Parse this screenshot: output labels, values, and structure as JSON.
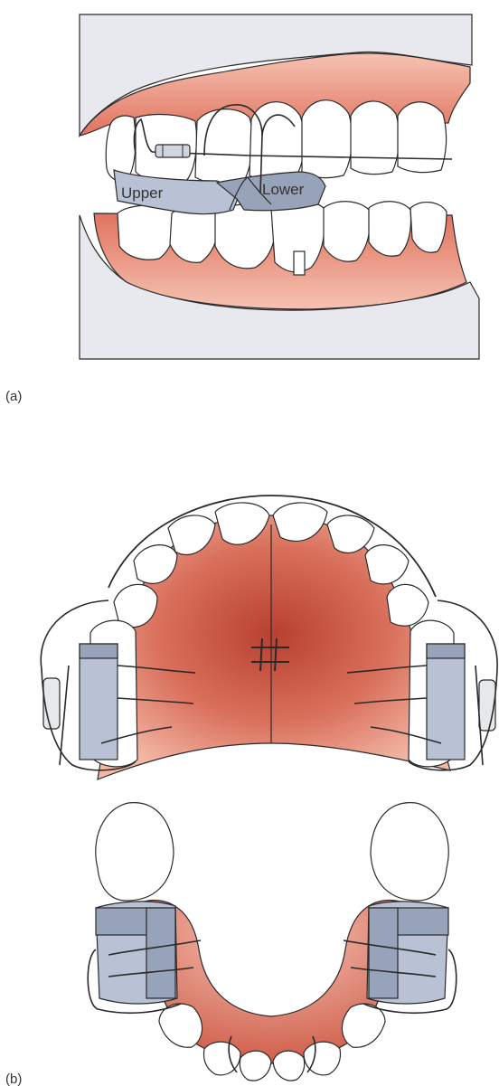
{
  "figure": {
    "panel_a": {
      "label": "(a)",
      "annotations": {
        "upper": "Upper",
        "lower": "Lower"
      }
    },
    "panel_b": {
      "label": "(b)"
    },
    "colors": {
      "gum": "#e88a78",
      "gum_dark": "#c2503e",
      "gum_light": "#f4b4a4",
      "plate": "#b8c2d4",
      "plate_dark": "#97a3b8",
      "block": "#e6e8ec",
      "tooth": "#ffffff",
      "outline": "#2a2a2a"
    }
  }
}
